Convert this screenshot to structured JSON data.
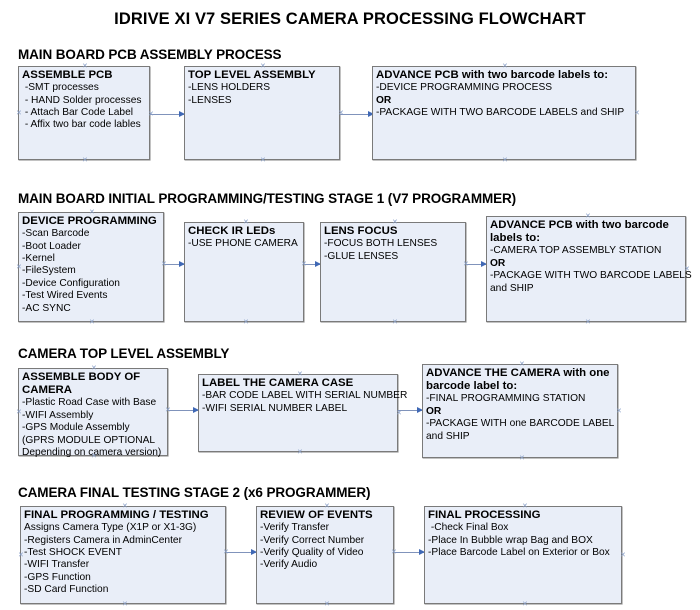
{
  "title": "IDRIVE XI V7 SERIES CAMERA PROCESSING FLOWCHART",
  "colors": {
    "node_fill": "#e9eef8",
    "node_border": "#7a7a7a",
    "connector": "#8093bb",
    "arrowhead": "#3f68b5",
    "text": "#000000"
  },
  "sections": [
    {
      "heading": "MAIN BOARD PCB ASSEMBLY PROCESS",
      "nodes": [
        {
          "title": "ASSEMBLE PCB",
          "lines": [
            {
              "text": " -SMT processes",
              "bold": false
            },
            {
              "text": " - HAND Solder processes",
              "bold": false
            },
            {
              "text": " - Attach Bar Code Label",
              "bold": false
            },
            {
              "text": " - Affix two bar code lables",
              "bold": false
            }
          ]
        },
        {
          "title": "TOP LEVEL ASSEMBLY",
          "lines": [
            {
              "text": "-LENS HOLDERS",
              "bold": false
            },
            {
              "text": "-LENSES",
              "bold": false
            }
          ]
        },
        {
          "title": "ADVANCE PCB with two barcode labels to:",
          "lines": [
            {
              "text": "-DEVICE PROGRAMMING PROCESS",
              "bold": false
            },
            {
              "text": "OR",
              "bold": true
            },
            {
              "text": "-PACKAGE WITH TWO BARCODE LABELS and SHIP",
              "bold": false
            }
          ]
        }
      ]
    },
    {
      "heading": "MAIN BOARD INITIAL PROGRAMMING/TESTING STAGE 1 (V7 PROGRAMMER)",
      "nodes": [
        {
          "title": "DEVICE PROGRAMMING",
          "lines": [
            {
              "text": "-Scan Barcode",
              "bold": false
            },
            {
              "text": "-Boot Loader",
              "bold": false
            },
            {
              "text": "-Kernel",
              "bold": false
            },
            {
              "text": "-FileSystem",
              "bold": false
            },
            {
              "text": "-Device Configuration",
              "bold": false
            },
            {
              "text": "-Test Wired Events",
              "bold": false
            },
            {
              "text": "-AC SYNC",
              "bold": false
            }
          ]
        },
        {
          "title": "CHECK IR LEDs",
          "lines": [
            {
              "text": "-USE PHONE CAMERA",
              "bold": false
            }
          ]
        },
        {
          "title": "LENS FOCUS",
          "lines": [
            {
              "text": "-FOCUS BOTH LENSES",
              "bold": false
            },
            {
              "text": "-GLUE LENSES",
              "bold": false
            }
          ]
        },
        {
          "title": "ADVANCE PCB with two barcode\nlabels to:",
          "lines": [
            {
              "text": "-CAMERA TOP ASSEMBLY STATION",
              "bold": false
            },
            {
              "text": "OR",
              "bold": true
            },
            {
              "text": "-PACKAGE WITH TWO BARCODE LABELS",
              "bold": false
            },
            {
              "text": "and SHIP",
              "bold": false
            }
          ]
        }
      ]
    },
    {
      "heading": "CAMERA TOP LEVEL ASSEMBLY",
      "nodes": [
        {
          "title": "ASSEMBLE BODY OF\nCAMERA",
          "lines": [
            {
              "text": "-Plastic Road Case with Base",
              "bold": false
            },
            {
              "text": "-WIFI Assembly",
              "bold": false
            },
            {
              "text": "-GPS Module Assembly",
              "bold": false
            },
            {
              "text": "(GPRS MODULE OPTIONAL",
              "bold": false
            },
            {
              "text": "Depending on camera version)",
              "bold": false
            }
          ]
        },
        {
          "title": "LABEL THE CAMERA CASE",
          "lines": [
            {
              "text": "-BAR CODE LABEL WITH SERIAL NUMBER",
              "bold": false
            },
            {
              "text": "-WIFI SERIAL NUMBER LABEL",
              "bold": false
            }
          ]
        },
        {
          "title": "ADVANCE THE CAMERA with one\nbarcode label to:",
          "lines": [
            {
              "text": "-FINAL PROGRAMMING STATION",
              "bold": false
            },
            {
              "text": "OR",
              "bold": true
            },
            {
              "text": "-PACKAGE WITH one BARCODE LABEL",
              "bold": false
            },
            {
              "text": "and SHIP",
              "bold": false
            }
          ]
        }
      ]
    },
    {
      "heading": "CAMERA FINAL TESTING STAGE 2 (x6 PROGRAMMER)",
      "nodes": [
        {
          "title": "FINAL PROGRAMMING / TESTING",
          "lines": [
            {
              "text": "Assigns Camera Type (X1P or X1-3G)",
              "bold": false
            },
            {
              "text": "-Registers Camera in AdminCenter",
              "bold": false
            },
            {
              "text": "-Test SHOCK EVENT",
              "bold": false
            },
            {
              "text": "-WIFI Transfer",
              "bold": false
            },
            {
              "text": "-GPS Function",
              "bold": false
            },
            {
              "text": "-SD Card Function",
              "bold": false
            }
          ]
        },
        {
          "title": "REVIEW OF EVENTS",
          "lines": [
            {
              "text": "-Verify Transfer",
              "bold": false
            },
            {
              "text": "-Verify Correct Number",
              "bold": false
            },
            {
              "text": "-Verify Quality of Video",
              "bold": false
            },
            {
              "text": "-Verify Audio",
              "bold": false
            }
          ]
        },
        {
          "title": "FINAL PROCESSING",
          "lines": [
            {
              "text": " -Check Final Box",
              "bold": false
            },
            {
              "text": "-Place In Bubble wrap Bag and BOX",
              "bold": false
            },
            {
              "text": "-Place Barcode Label on Exterior or Box",
              "bold": false
            }
          ]
        }
      ]
    }
  ]
}
